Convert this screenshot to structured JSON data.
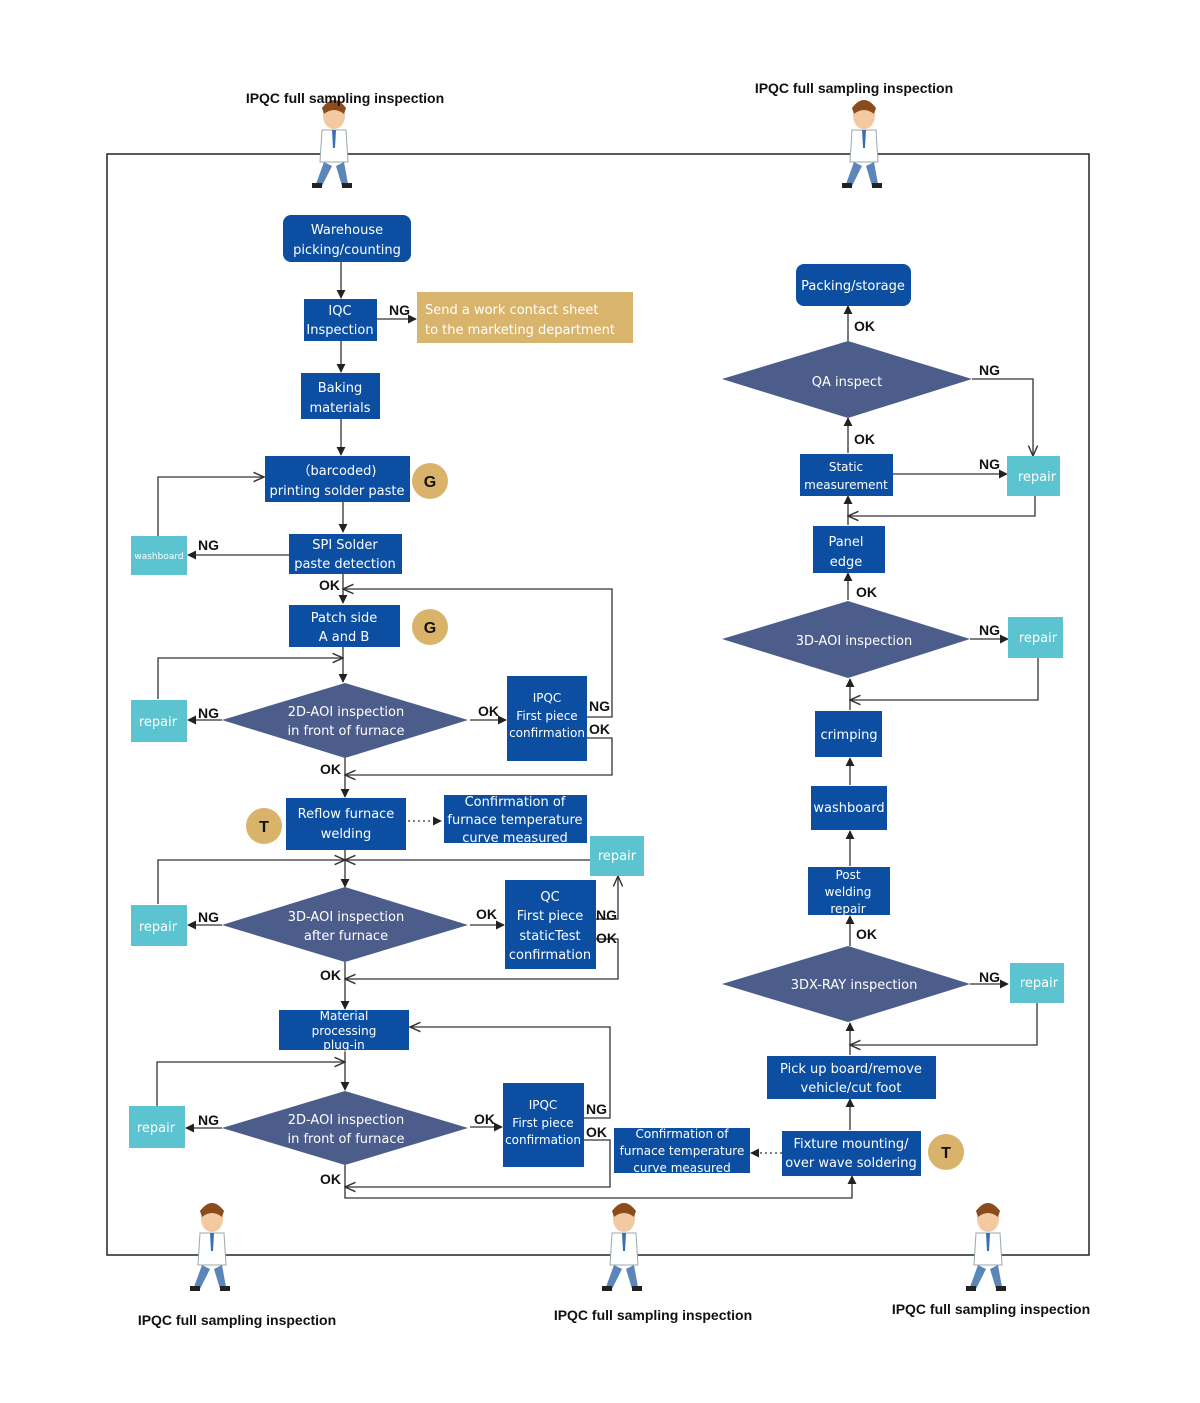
{
  "colors": {
    "process": "#0b4ea2",
    "decision": "#4c5d8c",
    "repair": "#5bc4d0",
    "note": "#d8b46c",
    "badge": "#d9b36a"
  },
  "inspection": {
    "top_left": "IPQC full sampling inspection",
    "top_right": "IPQC full sampling inspection",
    "bottom_left": "IPQC full sampling inspection",
    "bottom_center": "IPQC full sampling inspection",
    "bottom_right": "IPQC full sampling inspection"
  },
  "badges": {
    "g1": "G",
    "g2": "G",
    "t1": "T",
    "t2": "T"
  },
  "left": {
    "warehouse": [
      "Warehouse",
      "picking/counting"
    ],
    "iqc": [
      "IQC",
      "Inspection"
    ],
    "marketing": [
      "Send a work contact sheet",
      "to the marketing department"
    ],
    "baking": [
      "Baking",
      "materials"
    ],
    "printing": [
      "（barcoded)",
      "printing solder paste"
    ],
    "washboard": "washboard",
    "spi": [
      "SPI Solder",
      "paste detection"
    ],
    "patch": [
      "Patch side",
      "A and B"
    ],
    "repair1": "repair",
    "aoi2d_1": [
      "2D-AOI inspection",
      "in front of furnace"
    ],
    "ipqc1": [
      "IPQC",
      "First piece",
      "confirmation"
    ],
    "reflow": [
      "Reflow furnace",
      "welding"
    ],
    "furnace_conf1": [
      "Confirmation of",
      "furnace temperature",
      "curve measured"
    ],
    "repair_mid": "repair",
    "repair2": "repair",
    "aoi3d": [
      "3D-AOI inspection",
      "after furnace"
    ],
    "qc": [
      "QC",
      "First piece",
      "staticTest",
      "confirmation"
    ],
    "material": [
      "Material",
      "processing",
      "plug-in"
    ],
    "repair3": "repair",
    "aoi2d_2": [
      "2D-AOI inspection",
      "in front of furnace"
    ],
    "ipqc2": [
      "IPQC",
      "First piece",
      "confirmation"
    ],
    "furnace_conf2": [
      "Confirmation of",
      "furnace temperature",
      "curve measured"
    ]
  },
  "right": {
    "packing": "Packing/storage",
    "qa": "QA inspect",
    "static": [
      "Static",
      "measurement"
    ],
    "repair_a": "repair",
    "panel": [
      "Panel",
      "edge"
    ],
    "aoi3d": "3D-AOI inspection",
    "repair_b": "repair",
    "crimping": "crimping",
    "washboard": "washboard",
    "post": [
      "Post",
      "welding",
      "repair"
    ],
    "xray": "3DX-RAY inspection",
    "repair_c": "repair",
    "pickup": [
      "Pick up board/remove",
      "vehicle/cut foot"
    ],
    "fixture": [
      "Fixture mounting/",
      "over wave soldering"
    ]
  },
  "edge_labels": {
    "ng": "NG",
    "ok": "OK"
  }
}
